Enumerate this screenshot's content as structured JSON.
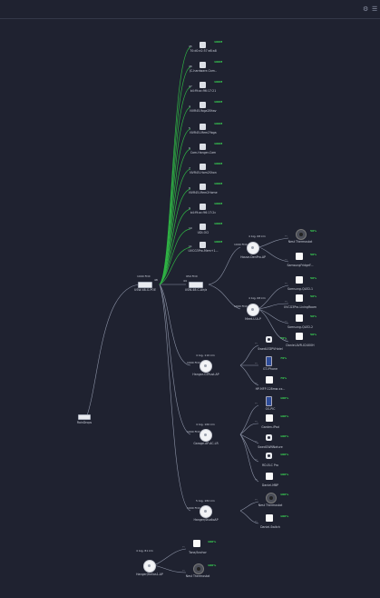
{
  "gateway": {
    "name": "RainDrops"
  },
  "main_switch": {
    "name": "USW-48-G-POE",
    "speed": "1000 FDX",
    "port": "48"
  },
  "accent": "#39d353",
  "left_column": [
    {
      "name": "70:d0:e2:57:e8:a8",
      "port": "45",
      "badge": "100M"
    },
    {
      "name": "JC-hardware-Cam..",
      "port": "46",
      "badge": "100M"
    },
    {
      "name": "b4:f9:ac:96:17:21",
      "port": "47",
      "badge": "100M"
    },
    {
      "name": "NVR45-Yoga2Bhav",
      "port": "4",
      "badge": "100M"
    },
    {
      "name": "NVR45-Mem2Yoga",
      "port": "5",
      "badge": "100M"
    },
    {
      "name": "Cam-Hanger-Cam",
      "port": "6",
      "badge": "100M"
    },
    {
      "name": "NVR45-Hom2Shon",
      "port": "7",
      "badge": "100M"
    },
    {
      "name": "NVR45-Mem2Home",
      "port": "8",
      "badge": "100M"
    },
    {
      "name": "b4:f9:ac:96:17:2c",
      "port": "9",
      "badge": "100M"
    },
    {
      "name": "UDI-OCI",
      "port": "10",
      "badge": "100M"
    },
    {
      "name": "UVCG3Pro-Mem+1...",
      "port": "11",
      "badge": "100M"
    }
  ],
  "sub_switch": {
    "name": "USW-48-C-Air/a",
    "speed": "950 FDX",
    "port": "44"
  },
  "aps": [
    {
      "name": "House-DenPro-AP",
      "speed": "1000 FDX",
      "port": "44",
      "sig": "4 big, 68 km"
    },
    {
      "name": "Meet-U-A-P",
      "speed": "1000 FDX",
      "port": "44",
      "sig": "4 big, 68 km"
    },
    {
      "name": "Hangar-GTRust-AP",
      "speed": "1000 FDX",
      "port": "42",
      "sig": "4 big, 110 km"
    },
    {
      "name": "Garage-AP-AC-LR",
      "speed": "1000 FDX",
      "port": "43",
      "sig": "4 big, 160 km"
    },
    {
      "name": "Hanger/StudioAP",
      "speed": "1000 FDX",
      "port": "40",
      "sig": "5 big, 182 km"
    },
    {
      "name": "Hanger/Hellos1-AP",
      "speed": "",
      "port": "",
      "sig": "4 big, 81 km"
    }
  ],
  "clients": [
    {
      "name": "Nest Thermostat",
      "kind": "dark",
      "badge": "50%"
    },
    {
      "name": "SamsungFridgeF...",
      "kind": "white",
      "badge": "50%"
    },
    {
      "name": "Samsung-QLED-1",
      "kind": "white",
      "badge": "50%"
    },
    {
      "name": "UVCG3Pro-LivingRoom",
      "kind": "white",
      "badge": "50%"
    },
    {
      "name": "Samsung-QLED-2",
      "kind": "white",
      "badge": "50%"
    },
    {
      "name": "Daniel-AVR-X2400H",
      "kind": "white",
      "badge": "50%"
    },
    {
      "name": "SwedLEDPVHotel",
      "kind": "cam",
      "badge": "79%"
    },
    {
      "name": "GT-iPhone",
      "kind": "phone",
      "badge": "79%"
    },
    {
      "name": "HP-MFP-128mw-xx...",
      "kind": "white",
      "badge": "79%"
    },
    {
      "name": "GS-PIC",
      "kind": "phone",
      "badge": "100%"
    },
    {
      "name": "Garden-iPad",
      "kind": "white",
      "badge": "100%"
    },
    {
      "name": "SwedGWNNature",
      "kind": "cam",
      "badge": "100%"
    },
    {
      "name": "RD-ELC Pro",
      "kind": "cam",
      "badge": "100%"
    },
    {
      "name": "Daniel-MBP",
      "kind": "white",
      "badge": "100%"
    },
    {
      "name": "Nest Thermostat",
      "kind": "dark",
      "badge": "100%"
    },
    {
      "name": "Daniel-Switch",
      "kind": "white",
      "badge": "100%"
    },
    {
      "name": "Tone/Anchor",
      "kind": "white",
      "badge": "100%"
    },
    {
      "name": "Nest Thermostat",
      "kind": "dark",
      "badge": "100%"
    }
  ]
}
